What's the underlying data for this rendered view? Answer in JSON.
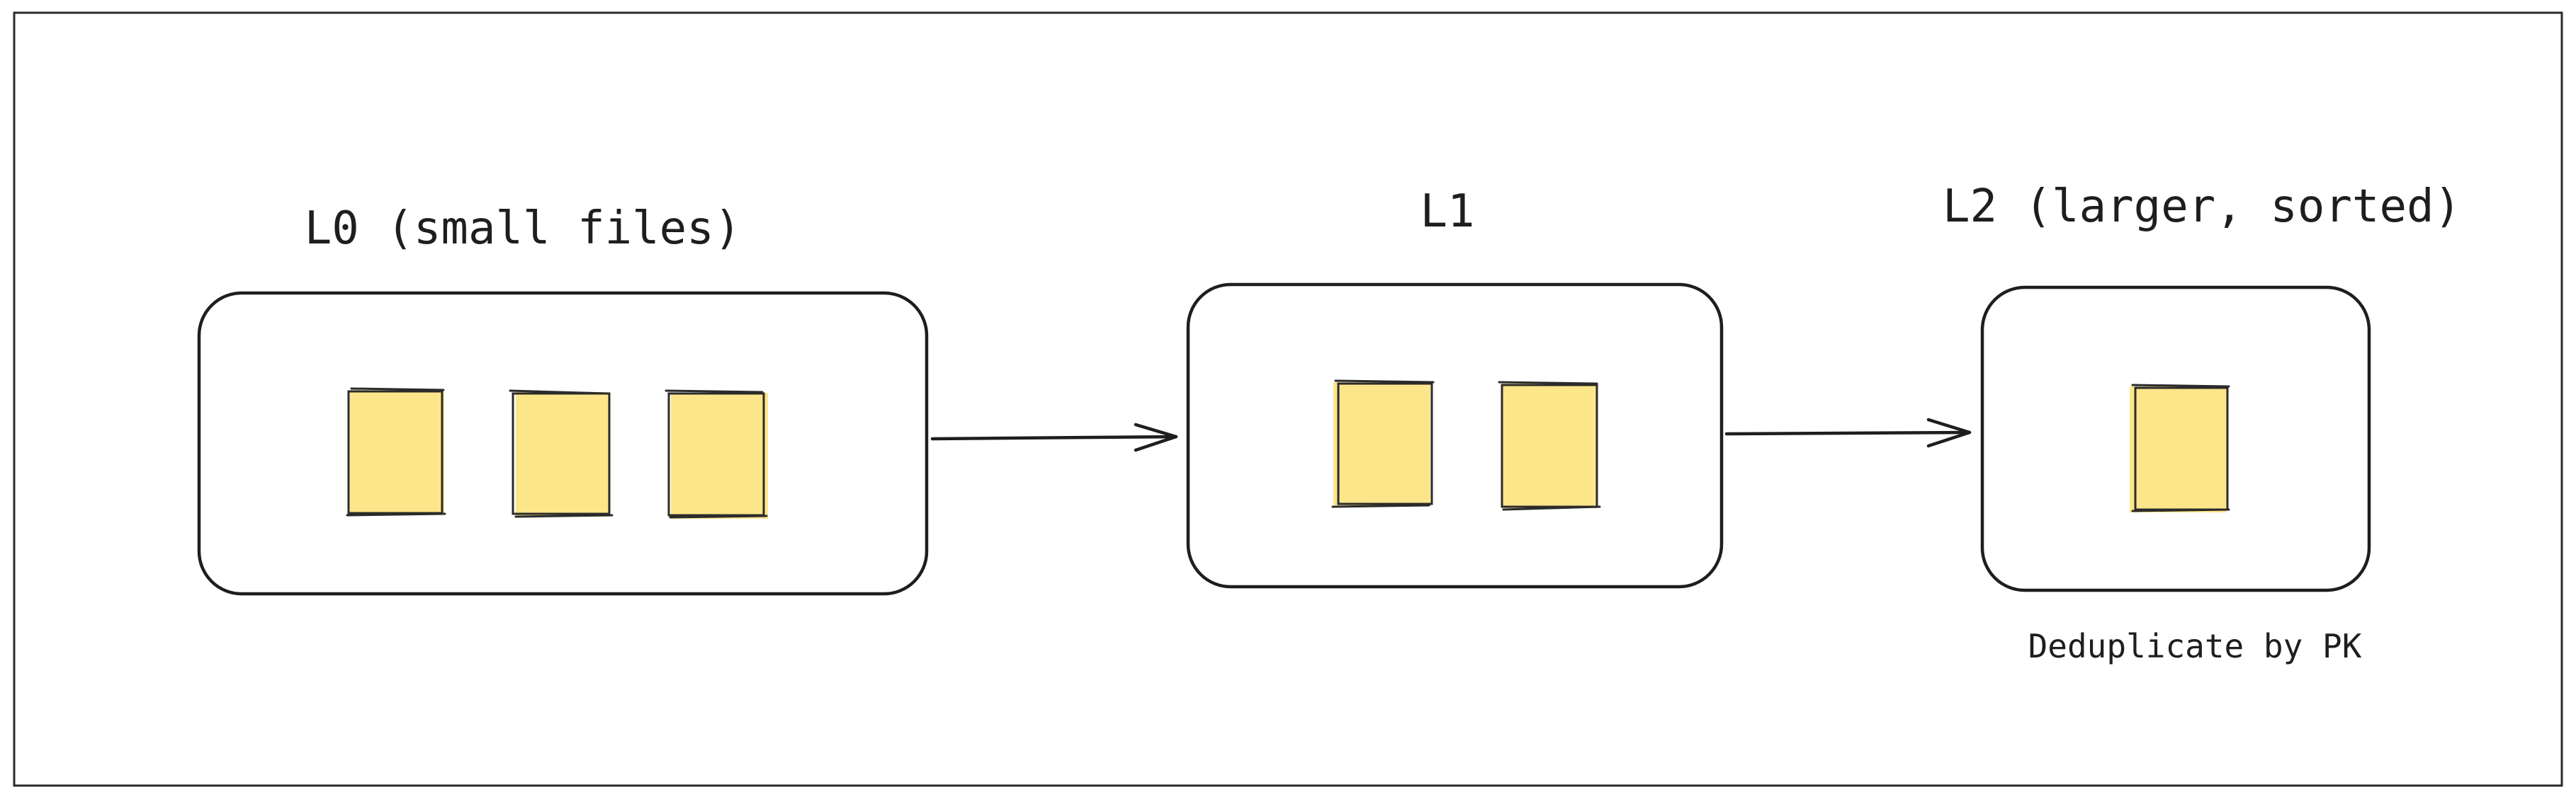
{
  "colors": {
    "file_fill": "#fde68a",
    "stroke": "#1e1e1e",
    "background": "#ffffff"
  },
  "levels": [
    {
      "label": "L0 (small files)",
      "file_count": 3
    },
    {
      "label": "L1",
      "file_count": 2
    },
    {
      "label": "L2 (larger, sorted)",
      "file_count": 1
    }
  ],
  "annotation": "Deduplicate by PK",
  "icons": {
    "file": "file-icon",
    "arrow": "arrow-right-icon"
  }
}
